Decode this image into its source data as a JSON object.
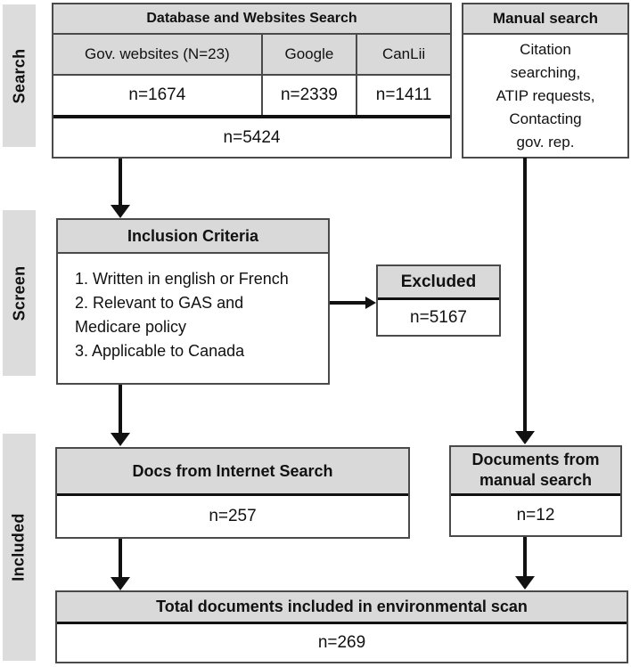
{
  "diagram": {
    "stages": [
      {
        "label": "Search"
      },
      {
        "label": "Screen"
      },
      {
        "label": "Included"
      }
    ],
    "database_search": {
      "title": "Database and Websites Search",
      "columns": [
        {
          "label": "Gov. websites (N=23)",
          "value": "n=1674"
        },
        {
          "label": "Google",
          "value": "n=2339"
        },
        {
          "label": "CanLii",
          "value": "n=1411"
        }
      ],
      "total": "n=5424"
    },
    "manual_search": {
      "title": "Manual search",
      "body_lines": [
        "Citation",
        "searching,",
        "ATIP requests,",
        "Contacting",
        "gov. rep."
      ]
    },
    "inclusion_criteria": {
      "title": "Inclusion Criteria",
      "lines": [
        "1. Written in english or French",
        "2. Relevant to GAS and",
        "Medicare policy",
        "3. Applicable to Canada"
      ]
    },
    "excluded": {
      "title": "Excluded",
      "value": "n=5167"
    },
    "docs_internet": {
      "title": "Docs from Internet Search",
      "value": "n=257"
    },
    "docs_manual": {
      "title": "Documents from manual search",
      "value": "n=12"
    },
    "total": {
      "title": "Total documents included in environmental scan",
      "value": "n=269"
    },
    "colors": {
      "header_fill": "#d9d9d9",
      "sidebar_fill": "#dcdcdc",
      "border": "#4a4a4a",
      "thick_divider": "#111111",
      "arrow": "#111111"
    }
  }
}
